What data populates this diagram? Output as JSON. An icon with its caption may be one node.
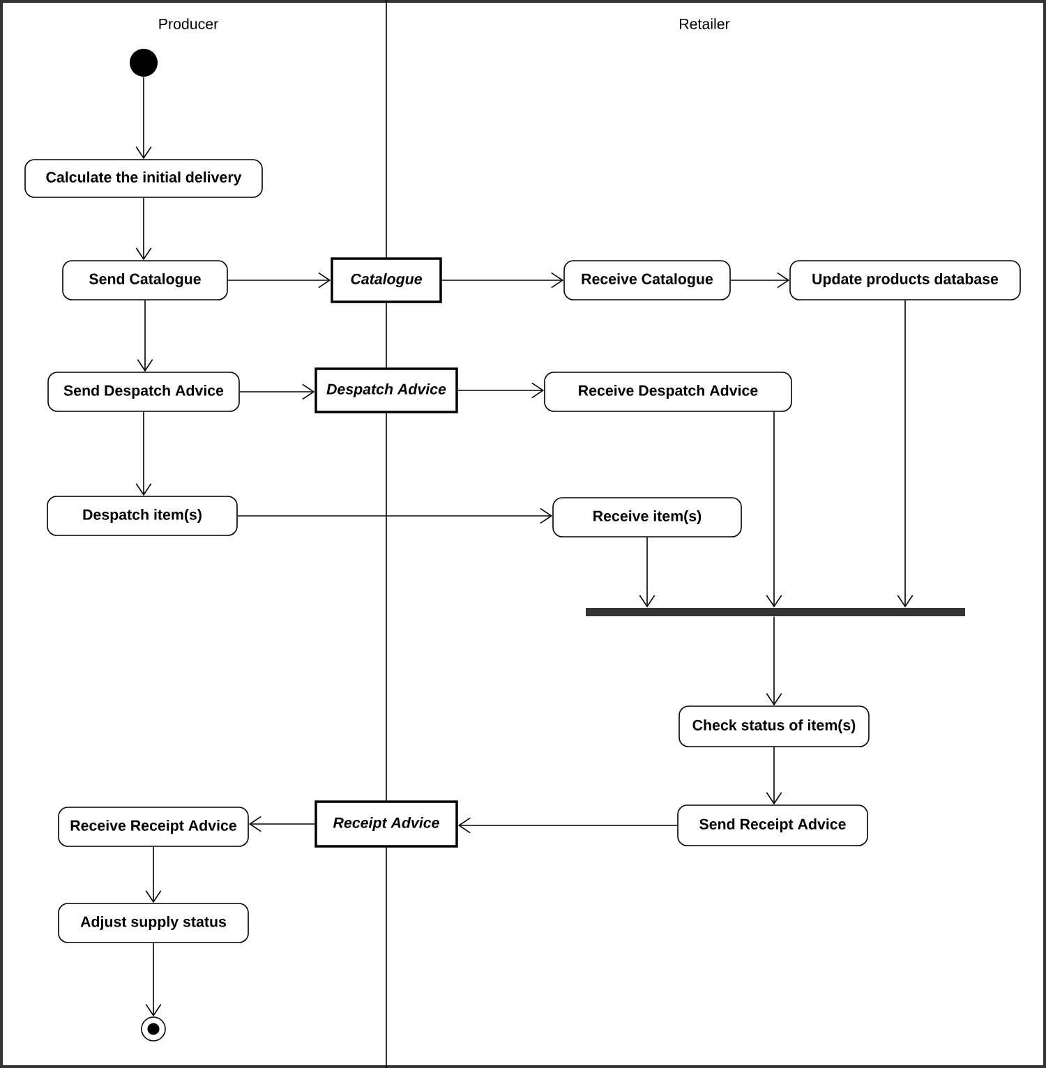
{
  "diagram": {
    "nodes": [
      {
        "text": [],
        "shape": "circle"
      },
      {
        "text": [
          "Calculate the initial delivery"
        ]
      },
      {
        "text": [
          "Send Catalogue"
        ]
      },
      {
        "text": [
          "Catalogue"
        ]
      },
      {
        "text": [
          "Receive Catalogue"
        ]
      },
      {
        "text": [
          "Update products database"
        ]
      },
      {
        "text": [
          "Send Despatch Advice"
        ]
      },
      {
        "text": [
          "Despatch Advice"
        ]
      },
      {
        "text": [
          "Receive Despatch Advice"
        ]
      },
      {
        "text": [
          "Despatch item(s)"
        ]
      },
      {
        "text": [
          "Receive item(s)"
        ]
      },
      {
        "text": [],
        "shape": "bar"
      },
      {
        "text": [
          "Check status of item(s)"
        ]
      },
      {
        "text": [
          "Receive Receipt Advice"
        ]
      },
      {
        "text": [
          "Receipt Advice"
        ]
      },
      {
        "text": [
          "Send Receipt Advice"
        ]
      },
      {
        "text": [
          "Adjust supply status"
        ]
      },
      {
        "text": [],
        "shape": "circle"
      }
    ],
    "edges": [
      {
        "from": 0,
        "to": 1,
        "arrow": "to"
      },
      {
        "from": 1,
        "to": 2,
        "arrow": "to"
      },
      {
        "from": 2,
        "to": 3,
        "arrow": "to"
      },
      {
        "from": 3,
        "to": 4,
        "arrow": "to"
      },
      {
        "from": 4,
        "to": 5,
        "arrow": "to"
      },
      {
        "from": 2,
        "to": 6,
        "arrow": "to"
      },
      {
        "from": 6,
        "to": 7,
        "arrow": "to"
      },
      {
        "from": 7,
        "to": 8,
        "arrow": "to"
      },
      {
        "from": 6,
        "to": 9,
        "arrow": "to"
      },
      {
        "from": 9,
        "to": 10,
        "arrow": "to"
      },
      {
        "from": 10,
        "to": 11,
        "arrow": "to"
      },
      {
        "from": 8,
        "to": 11,
        "arrow": "to"
      },
      {
        "from": 5,
        "to": 11,
        "arrow": "to"
      },
      {
        "from": 11,
        "to": 12,
        "arrow": "to"
      },
      {
        "from": 12,
        "to": 15,
        "arrow": "to"
      },
      {
        "from": 15,
        "to": 14,
        "arrow": "to"
      },
      {
        "from": 14,
        "to": 13,
        "arrow": "to"
      },
      {
        "from": 13,
        "to": 16,
        "arrow": "to"
      },
      {
        "from": 16,
        "to": 17,
        "arrow": "to"
      }
    ],
    "labels": [
      "Producer",
      "Retailer"
    ]
  }
}
